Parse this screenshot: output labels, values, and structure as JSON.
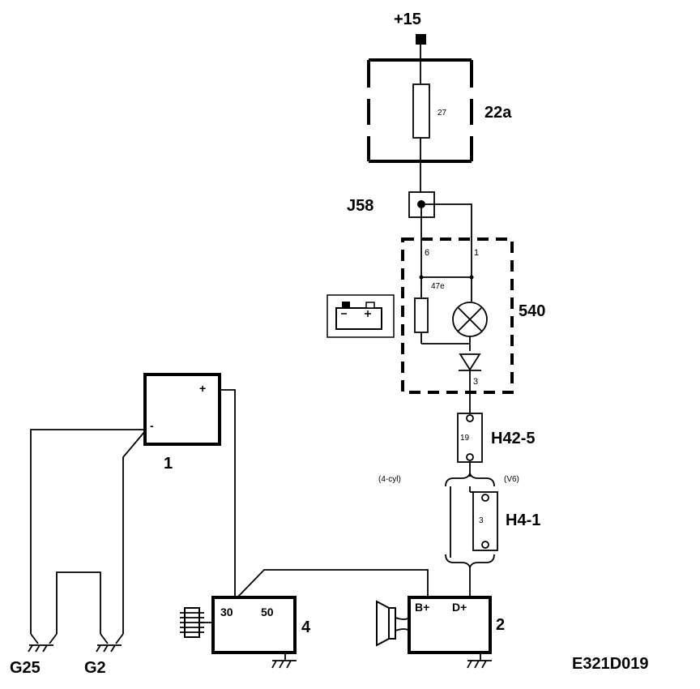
{
  "labels": {
    "supply": "+15",
    "fuse_box": "22a",
    "fuse_number": "27",
    "junction": "J58",
    "cluster": "540",
    "pin_6": "6",
    "pin_1": "1",
    "resistor": "47e",
    "pin_3": "3",
    "connector_h42": "H42-5",
    "connector_h42_pin": "19",
    "variant_4cyl": "(4-cyl)",
    "variant_v6": "(V6)",
    "connector_h4": "H4-1",
    "connector_h4_pin": "3",
    "battery": "1",
    "battery_plus": "+",
    "battery_minus": "-",
    "starter": "4",
    "starter_30": "30",
    "starter_50": "50",
    "generator": "2",
    "gen_b": "B+",
    "gen_d": "D+",
    "ground_g25": "G25",
    "ground_g2": "G2",
    "diagram_id": "E321D019"
  },
  "icons": {
    "warning_lamp": "battery-charge-icon",
    "bulb": "bulb-icon",
    "diode": "diode-icon",
    "ground": "ground-icon"
  }
}
